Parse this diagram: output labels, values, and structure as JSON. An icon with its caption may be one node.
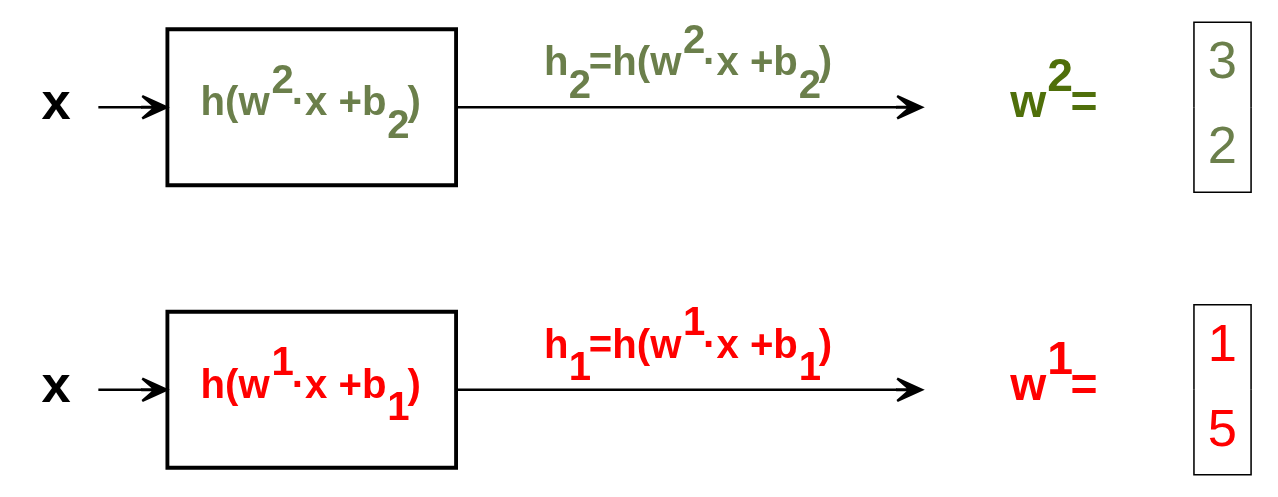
{
  "diagram": {
    "nodes": [
      {
        "text": [
          "x"
        ]
      },
      {
        "text": [
          "h(w$^{1}$·x +b$_{1}$)"
        ]
      },
      {
        "text": [
          "x"
        ]
      },
      {
        "text": [
          "h(w$^{2}$·x +b$_{2}$)"
        ]
      }
    ],
    "edges": [
      {
        "from": 0,
        "to": 1,
        "arrow": "to"
      },
      {
        "from": 1,
        "to": null,
        "arrow": "to",
        "label": "h$_{1}$=h(w$^{1}$·x +b$_{1}$)"
      },
      {
        "from": 2,
        "to": 3,
        "arrow": "to"
      },
      {
        "from": 3,
        "to": null,
        "arrow": "to",
        "label": "h$_{2}$=h(w$^{2}$·x +b$_{2}$)"
      }
    ],
    "labels": [
      "w$^{1}$=",
      "1",
      "5",
      "w$^{2}$=",
      "3",
      "2"
    ]
  }
}
